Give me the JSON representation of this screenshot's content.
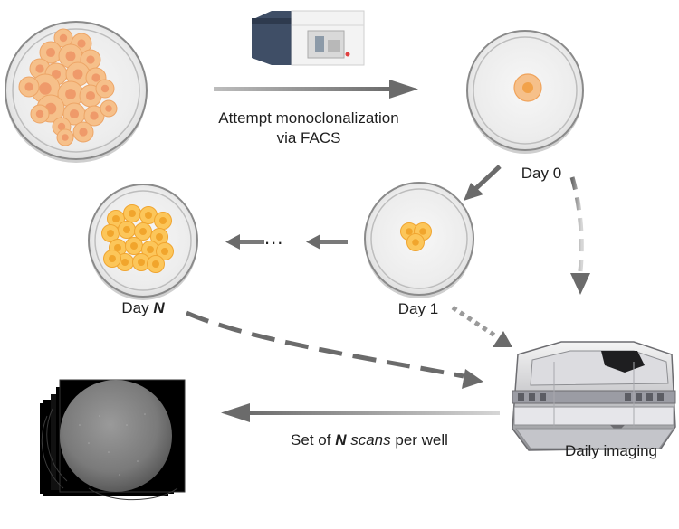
{
  "labels": {
    "attempt_line1": "Attempt monoclonalization",
    "attempt_line2": "via FACS",
    "day0": "Day 0",
    "day1": "Day 1",
    "dayn_prefix": "Day",
    "dayn_var": "N",
    "ellipsis": "...",
    "scans_prefix": "Set of",
    "scans_var": "N",
    "scans_italic": "scans",
    "scans_suffix": "per well",
    "imaging": "Daily imaging"
  },
  "icons": {
    "dish_dense": "petri-dish-many-cells",
    "dish_day0": "petri-dish-single-cell",
    "dish_day1": "petri-dish-three-cells",
    "dish_dayn": "petri-dish-colony",
    "sorter": "facs-machine-icon",
    "imager": "incubator-imaging-device-icon",
    "scan_stack": "scan-image-stack"
  },
  "colors": {
    "cell_fill": "#f6c08a",
    "cell_nucleus": "#ef9a6a",
    "colony_fill": "#fcc65a",
    "colony_nucleus": "#f1a52c",
    "dish_rim": "#8a8a8a",
    "arrow": "#6b6b6b"
  }
}
